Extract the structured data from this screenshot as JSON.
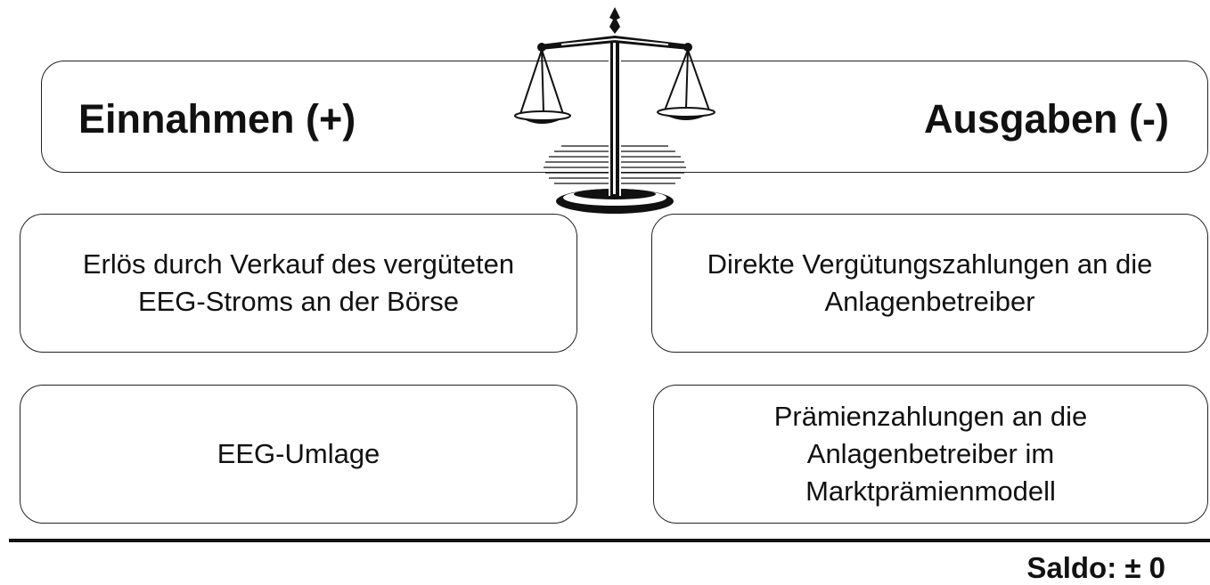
{
  "header": {
    "income_heading": "Einnahmen (+)",
    "expense_heading": "Ausgaben (-)"
  },
  "income": {
    "items": [
      {
        "label": "Erlös durch Verkauf des vergüteten\nEEG-Stroms an der Börse"
      },
      {
        "label": "EEG-Umlage"
      }
    ]
  },
  "expenses": {
    "items": [
      {
        "label": "Direkte Vergütungszahlungen  an die\nAnlagenbetreiber"
      },
      {
        "label": "Prämienzahlungen an die\nAnlagenbetreiber im\nMarktprämienmodell"
      }
    ]
  },
  "footer": {
    "saldo": "Saldo: ± 0"
  },
  "icons": {
    "scale": "balance-scale-icon"
  },
  "colors": {
    "ink": "#111111",
    "background": "#ffffff"
  }
}
